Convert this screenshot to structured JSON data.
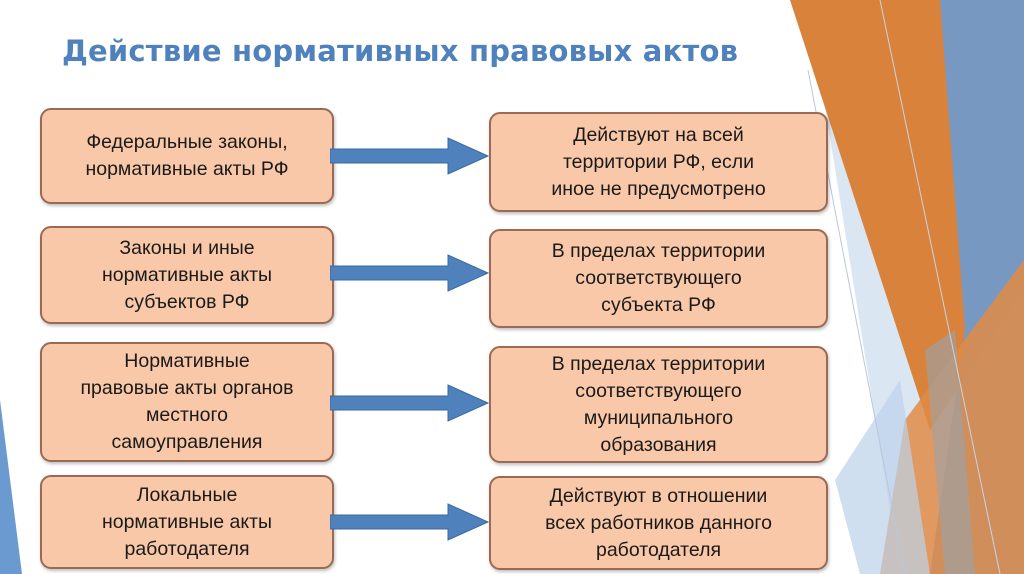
{
  "slide": {
    "title": "Действие нормативных правовых актов",
    "colors": {
      "accent": "#4f81bd",
      "box_fill": "#f9c8a8",
      "box_border": "#9a6a55",
      "arrow": "#4f81bd",
      "deco_orange": "#d9823b",
      "deco_blue": "#6a9ad0"
    }
  },
  "rows": [
    {
      "source": "Федеральные законы,\nнормативные акты РФ",
      "scope": "Действуют на всей\nтерритории РФ, если\nиное не предусмотрено"
    },
    {
      "source": "Законы и иные\nнормативные акты\nсубъектов РФ",
      "scope": "В пределах территории\nсоответствующего\nсубъекта РФ"
    },
    {
      "source": "Нормативные\nправовые акты органов\nместного\nсамоуправления",
      "scope": "В пределах территории\nсоответствующего\nмуниципального\nобразования"
    },
    {
      "source": "Локальные\nнормативные акты\nработодателя",
      "scope": "Действуют в отношении\nвсех работников данного\nработодателя"
    }
  ]
}
